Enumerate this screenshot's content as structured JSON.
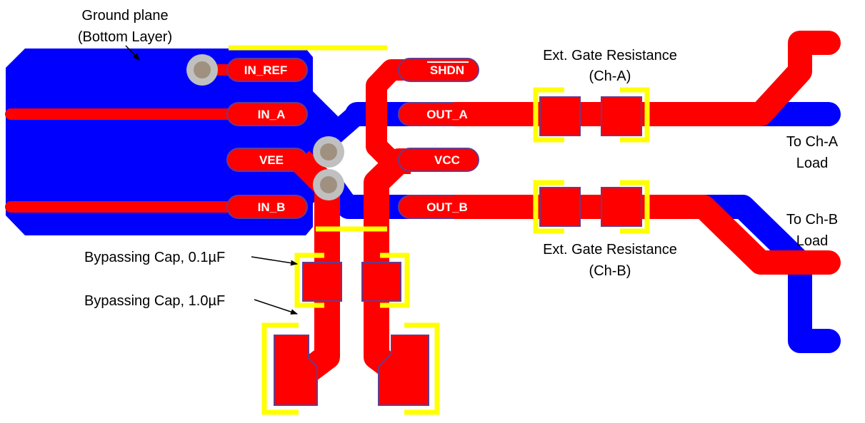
{
  "colors": {
    "top_copper": "#ff0000",
    "bottom_copper": "#0000ff",
    "silkscreen": "#ffff00",
    "via": "#c0c0c0",
    "via_hole": "#a09080",
    "pad_outline": "#6a3a8a",
    "background": "#ffffff"
  },
  "pins": {
    "in_ref": "IN_REF",
    "in_a": "IN_A",
    "vee": "VEE",
    "in_b": "IN_B",
    "shdn": "SHDN",
    "out_a": "OUT_A",
    "vcc": "VCC",
    "out_b": "OUT_B"
  },
  "labels": {
    "ground_plane_line1": "Ground plane",
    "ground_plane_line2": "(Bottom Layer)",
    "gate_res_a_line1": "Ext. Gate Resistance",
    "gate_res_a_line2": "(Ch-A)",
    "gate_res_b_line1": "Ext. Gate Resistance",
    "gate_res_b_line2": "(Ch-B)",
    "load_a_line1": "To Ch-A",
    "load_a_line2": "Load",
    "load_b_line1": "To Ch-B",
    "load_b_line2": "Load",
    "cap_small": "Bypassing Cap, 0.1µF",
    "cap_large": "Bypassing Cap, 1.0µF"
  }
}
